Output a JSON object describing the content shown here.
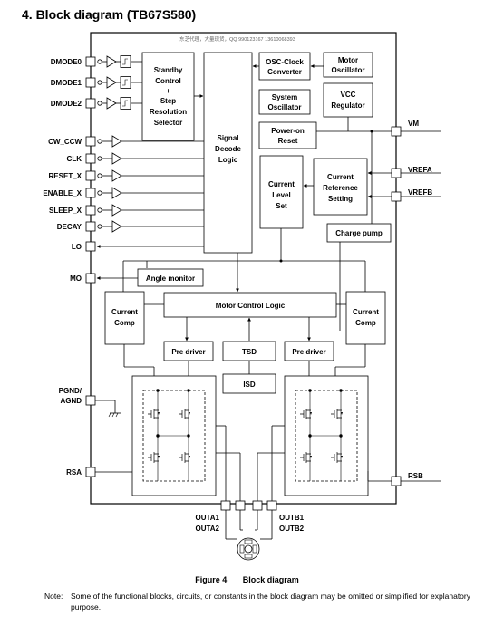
{
  "heading": "4. Block diagram (TB67S580)",
  "dealer_text": "东芝代理，大量现货，QQ 990123167 13610068393",
  "pins_left": {
    "dmode0": "DMODE0",
    "dmode1": "DMODE1",
    "dmode2": "DMODE2",
    "cw_ccw": "CW_CCW",
    "clk": "CLK",
    "reset_x": "RESET_X",
    "enable_x": "ENABLE_X",
    "sleep_x": "SLEEP_X",
    "decay": "DECAY",
    "lo": "LO",
    "mo": "MO",
    "pgnd": "PGND/",
    "agnd": "AGND",
    "rsa": "RSA"
  },
  "pins_right": {
    "vm": "VM",
    "vrefa": "VREFA",
    "vrefb": "VREFB",
    "rsb": "RSB"
  },
  "pins_bottom": {
    "outa1": "OUTA1",
    "outa2": "OUTA2",
    "outb1": "OUTB1",
    "outb2": "OUTB2"
  },
  "blocks": {
    "standby": [
      "Standby",
      "Control",
      "+",
      "Step",
      "Resolution",
      "Selector"
    ],
    "signal_decode": [
      "Signal",
      "Decode",
      "Logic"
    ],
    "osc_clock": [
      "OSC-Clock",
      "Converter"
    ],
    "motor_osc": [
      "Motor",
      "Oscillator"
    ],
    "system_osc": [
      "System",
      "Oscillator"
    ],
    "vcc_reg": [
      "VCC",
      "Regulator"
    ],
    "power_on": [
      "Power-on",
      "Reset"
    ],
    "current_level": [
      "Current",
      "Level",
      "Set"
    ],
    "current_ref": [
      "Current",
      "Reference",
      "Setting"
    ],
    "charge_pump": "Charge pump",
    "angle_monitor": "Angle monitor",
    "motor_control": "Motor Control Logic",
    "comp_left": [
      "Current",
      "Comp"
    ],
    "comp_right": [
      "Current",
      "Comp"
    ],
    "predriver_left": "Pre driver",
    "predriver_right": "Pre driver",
    "tsd": "TSD",
    "isd": "ISD"
  },
  "caption": {
    "figure": "Figure 4",
    "title": "Block diagram"
  },
  "note": {
    "label": "Note:",
    "text": "Some of the functional blocks, circuits, or constants in the block diagram may be omitted or simplified for explanatory purpose."
  }
}
